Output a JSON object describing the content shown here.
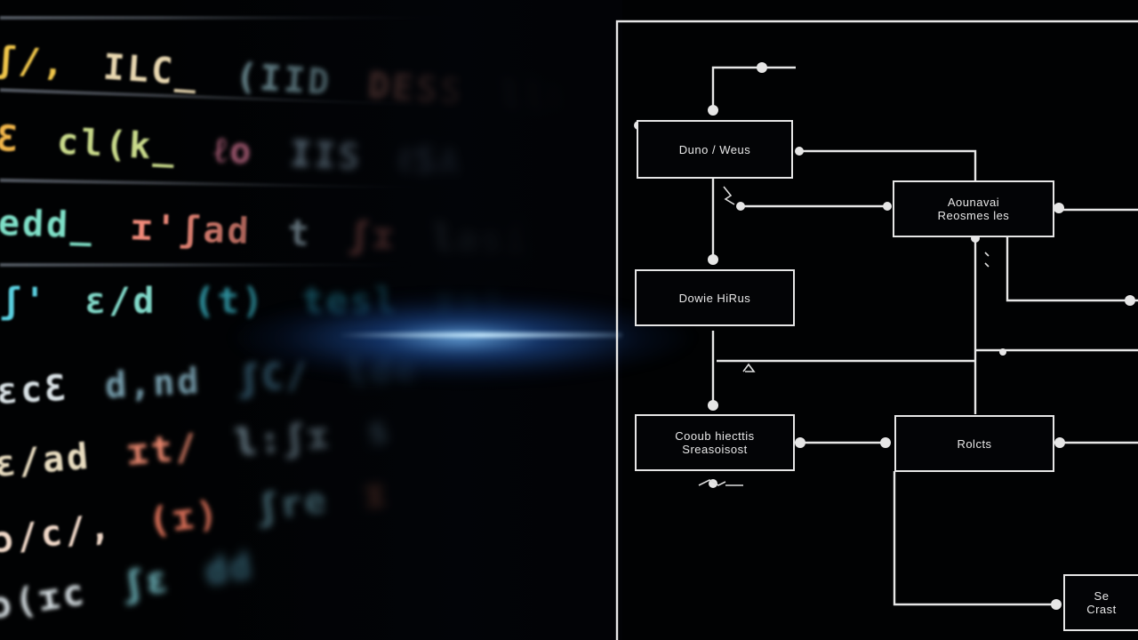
{
  "code_screen": {
    "lines": [
      {
        "segments": [
          "ʃ/,",
          "ILC_",
          "(IID",
          "DESS",
          "llNR"
        ],
        "color": "#e0c98a"
      },
      {
        "segments": [
          "Ɛ",
          "cl(k_",
          "ℓo",
          "IIS",
          "ℓSA"
        ],
        "color": "#c6d38a"
      },
      {
        "segments": [
          "edd_",
          "ɪ'ʃad",
          "t",
          "ʃɪ",
          "lasi"
        ],
        "color": "#8fd3c4"
      },
      {
        "segments": [
          "ʃ'",
          "ɛ/d",
          "(t)",
          "tesl",
          "ɪst"
        ],
        "color": "#5fc7d6"
      },
      {
        "segments": [
          "ɛcƐ",
          "d,nd",
          "ʃC/",
          "lde"
        ],
        "color": "#cfd7dc"
      },
      {
        "segments": [
          "ɛ/ad",
          "ɪt/",
          "l:ʃɪ",
          "s"
        ],
        "color": "#d8c8a0"
      },
      {
        "segments": [
          "ɔ/c/,",
          "(ɪ)",
          "ʃre",
          "ɪ"
        ],
        "color": "#e2d2c0"
      },
      {
        "segments": [
          "ɔ(ɪc",
          "ʃɛ",
          "dd"
        ],
        "color": "#d2d8dc"
      }
    ]
  },
  "diagram": {
    "nodes": {
      "n1": {
        "lines": [
          "Duno / Weus"
        ]
      },
      "n2": {
        "lines": [
          "Aounavai",
          "Reosmes les"
        ]
      },
      "n3": {
        "lines": [
          "Dowie HiRus"
        ]
      },
      "n4": {
        "lines": [
          "Cooub hiecttis",
          "Sreasoisost"
        ]
      },
      "n5": {
        "lines": [
          "Rolcts"
        ]
      },
      "n6": {
        "lines": [
          "Se",
          "Crast"
        ]
      }
    },
    "line_color": "#e6e6e6"
  }
}
